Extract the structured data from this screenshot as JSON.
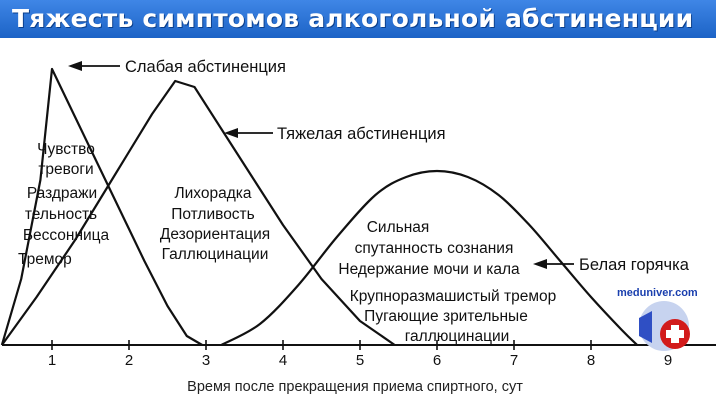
{
  "title": "Тяжесть симптомов алкогольной абстиненции",
  "watermark": "meduniver.com",
  "chart_data": {
    "type": "line",
    "title": "Тяжесть симптомов алкогольной абстиненции",
    "xlabel": "Время после прекращения приема спиртного, сут",
    "ylabel": "",
    "xlim": [
      0.3,
      10
    ],
    "ylim": [
      0,
      10
    ],
    "xticks": [
      "1",
      "2",
      "3",
      "4",
      "5",
      "6",
      "7",
      "8",
      "9"
    ],
    "grid": false,
    "series": [
      {
        "name": "Слабая абстиненция",
        "x": [
          0.35,
          0.6,
          0.85,
          1.0,
          1.3,
          1.6,
          1.9,
          2.2,
          2.5,
          2.75,
          2.95
        ],
        "y": [
          0.0,
          2.2,
          5.5,
          9.2,
          7.6,
          6.0,
          4.4,
          2.8,
          1.3,
          0.3,
          0.0
        ],
        "labels": [
          "Чувство",
          "тревоги",
          "Раздражи",
          "тельность",
          "Бессонница",
          "Тремор"
        ]
      },
      {
        "name": "Тяжелая абстиненция",
        "x": [
          0.35,
          0.8,
          1.3,
          1.8,
          2.3,
          2.6,
          2.85,
          3.2,
          3.6,
          4.0,
          4.5,
          5.0,
          5.45
        ],
        "y": [
          0.0,
          1.6,
          3.5,
          5.6,
          7.7,
          8.8,
          8.6,
          7.2,
          5.6,
          4.0,
          2.2,
          0.8,
          0.0
        ],
        "labels": [
          "Лихорадка",
          "Потливость",
          "Дезориентация",
          "Галлюцинации"
        ]
      },
      {
        "name": "Белая горячка",
        "x": [
          3.2,
          3.7,
          4.2,
          4.7,
          5.2,
          5.6,
          6.0,
          6.4,
          6.8,
          7.2,
          7.6,
          8.0,
          8.4,
          8.6
        ],
        "y": [
          0.0,
          0.7,
          2.0,
          3.6,
          5.0,
          5.6,
          5.8,
          5.6,
          5.0,
          4.0,
          2.8,
          1.6,
          0.5,
          0.0
        ],
        "labels": [
          "Сильная",
          "спутанность сознания",
          "Недержание мочи и кала",
          "Крупноразмашистый тремор",
          "Пугающие зрительные",
          "галлюцинации"
        ]
      }
    ]
  }
}
